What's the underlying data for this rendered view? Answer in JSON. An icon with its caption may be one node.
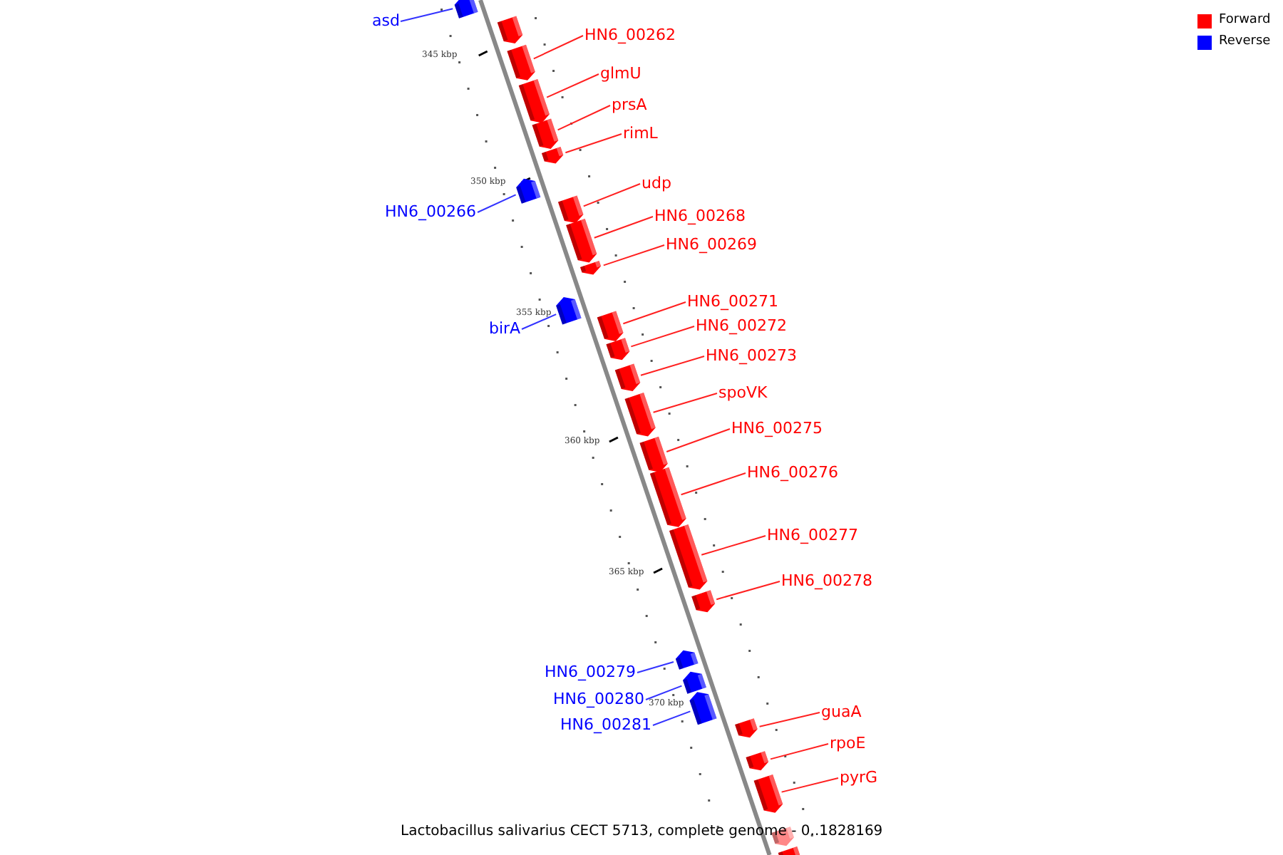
{
  "diagram": {
    "caption": "Lactobacillus salivarius CECT 5713, complete genome - 0..1828169",
    "nodes": [
      {
        "text": [
          "asd"
        ]
      },
      {
        "text": [
          "HN6_00262"
        ]
      },
      {
        "text": [
          "glmU"
        ]
      },
      {
        "text": [
          "prsA"
        ]
      },
      {
        "text": [
          "rimL"
        ]
      },
      {
        "text": [
          "udp"
        ]
      },
      {
        "text": [
          "HN6_00266"
        ]
      },
      {
        "text": [
          "HN6_00268"
        ]
      },
      {
        "text": [
          "HN6_00269"
        ]
      },
      {
        "text": [
          "birA"
        ]
      },
      {
        "text": [
          "HN6_00271"
        ]
      },
      {
        "text": [
          "HN6_00272"
        ]
      },
      {
        "text": [
          "HN6_00273"
        ]
      },
      {
        "text": [
          "spoVK"
        ]
      },
      {
        "text": [
          "HN6_00275"
        ]
      },
      {
        "text": [
          "HN6_00276"
        ]
      },
      {
        "text": [
          "HN6_00277"
        ]
      },
      {
        "text": [
          "HN6_00278"
        ]
      },
      {
        "text": [
          "HN6_00279"
        ]
      },
      {
        "text": [
          "HN6_00280"
        ]
      },
      {
        "text": [
          "HN6_00281"
        ]
      },
      {
        "text": [
          "guaA"
        ]
      },
      {
        "text": [
          "rpoE"
        ]
      },
      {
        "text": [
          "pyrG"
        ]
      },
      {
        "text": [],
        "shape": "bar"
      },
      {
        "text": [],
        "shape": "bar"
      },
      {
        "text": [],
        "shape": "bar"
      },
      {
        "text": [],
        "shape": "bar"
      },
      {
        "text": [],
        "shape": "bar"
      },
      {
        "text": [],
        "shape": "bar"
      },
      {
        "text": [],
        "shape": "bar"
      },
      {
        "text": [],
        "shape": "bar"
      },
      {
        "text": [],
        "shape": "bar"
      },
      {
        "text": [],
        "shape": "bar"
      },
      {
        "text": [],
        "shape": "bar"
      },
      {
        "text": [],
        "shape": "bar"
      },
      {
        "text": [],
        "shape": "bar"
      },
      {
        "text": [],
        "shape": "bar"
      },
      {
        "text": [],
        "shape": "bar"
      },
      {
        "text": [],
        "shape": "bar"
      },
      {
        "text": [],
        "shape": "bar"
      },
      {
        "text": [],
        "shape": "bar"
      },
      {
        "text": [],
        "shape": "bar"
      },
      {
        "text": [],
        "shape": "bar"
      },
      {
        "text": [],
        "shape": "bar"
      },
      {
        "text": [],
        "shape": "bar"
      },
      {
        "text": [],
        "shape": "bar"
      },
      {
        "text": [],
        "shape": "bar"
      },
      {
        "text": [],
        "shape": "bar"
      },
      {
        "text": [],
        "shape": "bar"
      },
      {
        "text": [],
        "shape": "bar"
      }
    ],
    "edges": [
      {
        "from": 0,
        "to": 24,
        "arrow": "none",
        "color": "#3333ff"
      },
      {
        "from": 1,
        "to": 26,
        "arrow": "none"
      },
      {
        "from": 2,
        "to": 27,
        "arrow": "none"
      },
      {
        "from": 3,
        "to": 28,
        "arrow": "none"
      },
      {
        "from": 4,
        "to": 29,
        "arrow": "none"
      },
      {
        "from": 5,
        "to": 31,
        "arrow": "none"
      },
      {
        "from": 6,
        "to": 30,
        "arrow": "none",
        "color": "#3333ff"
      },
      {
        "from": 7,
        "to": 32,
        "arrow": "none"
      },
      {
        "from": 8,
        "to": 33,
        "arrow": "none"
      },
      {
        "from": 9,
        "to": 34,
        "arrow": "none",
        "color": "#3333ff"
      },
      {
        "from": 10,
        "to": 35,
        "arrow": "none"
      },
      {
        "from": 11,
        "to": 36,
        "arrow": "none"
      },
      {
        "from": 12,
        "to": 37,
        "arrow": "none"
      },
      {
        "from": 13,
        "to": 38,
        "arrow": "none"
      },
      {
        "from": 14,
        "to": 39,
        "arrow": "none"
      },
      {
        "from": 15,
        "to": 40,
        "arrow": "none"
      },
      {
        "from": 16,
        "to": 41,
        "arrow": "none"
      },
      {
        "from": 17,
        "to": 42,
        "arrow": "none"
      },
      {
        "from": 18,
        "to": 43,
        "arrow": "none",
        "color": "#3333ff"
      },
      {
        "from": 19,
        "to": 44,
        "arrow": "none",
        "color": "#3333ff"
      },
      {
        "from": 20,
        "to": 45,
        "arrow": "none",
        "color": "#3333ff"
      },
      {
        "from": 21,
        "to": 46,
        "arrow": "none"
      },
      {
        "from": 22,
        "to": 47,
        "arrow": "none"
      },
      {
        "from": 23,
        "to": 48,
        "arrow": "none"
      }
    ],
    "labels": [
      "345 kbp",
      "350 kbp",
      "355 kbp",
      "360 kbp",
      "365 kbp",
      "370 kbp"
    ],
    "legend": [
      {
        "text": "Forward",
        "color": "#ff0000"
      },
      {
        "text": "Reverse",
        "color": "#0000ff"
      }
    ]
  }
}
